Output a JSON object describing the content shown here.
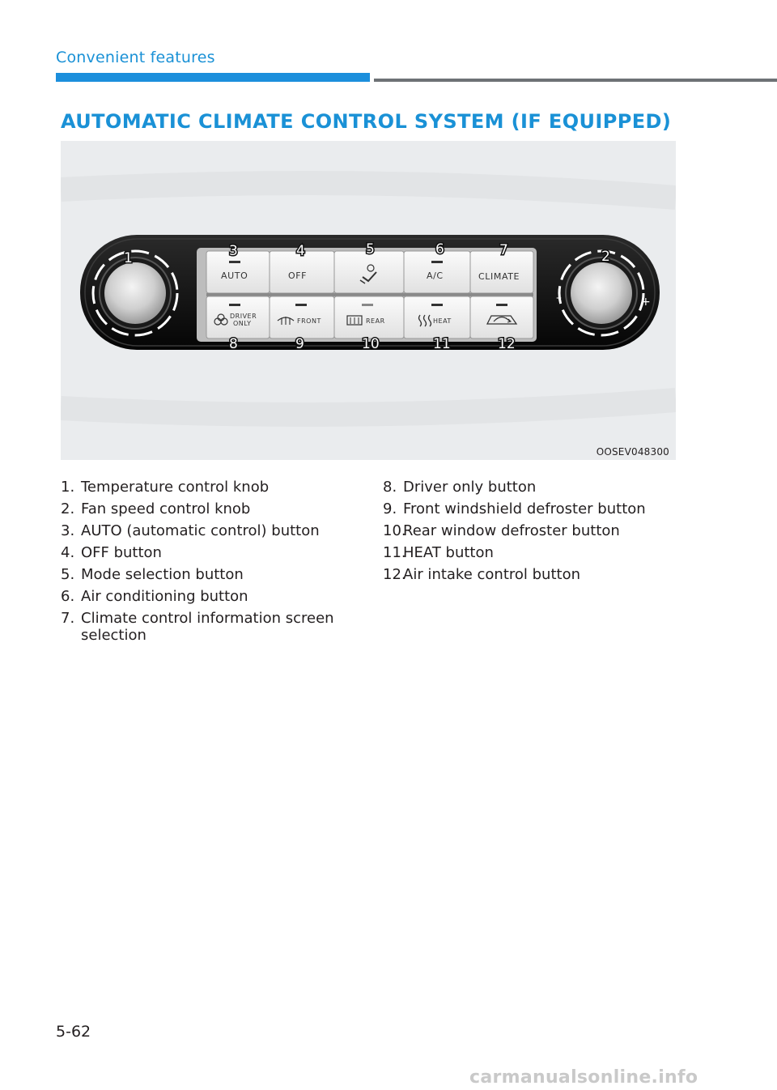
{
  "header": {
    "section": "Convenient features",
    "colors": {
      "accent": "#1c8fdc",
      "rule": "#6e7276"
    }
  },
  "title": "AUTOMATIC CLIMATE CONTROL SYSTEM (IF EQUIPPED)",
  "figure": {
    "code": "OOSEV048300",
    "top_buttons": [
      {
        "label": "AUTO",
        "icon": ""
      },
      {
        "label": "OFF",
        "icon": ""
      },
      {
        "label": "",
        "icon": "mode-selection-icon"
      },
      {
        "label": "A/C",
        "icon": ""
      },
      {
        "label": "CLIMATE",
        "icon": ""
      }
    ],
    "bottom_buttons": [
      {
        "label": "DRIVER",
        "label2": "ONLY",
        "icon": "fan-icon"
      },
      {
        "label": "FRONT",
        "icon": "front-defrost-icon"
      },
      {
        "label": "REAR",
        "icon": "rear-defrost-icon"
      },
      {
        "label": "HEAT",
        "icon": "heat-icon"
      },
      {
        "label": "",
        "icon": "air-intake-icon"
      }
    ],
    "knob_signs": {
      "minus": "–",
      "plus": "+"
    },
    "callouts": {
      "knob_left": "1",
      "knob_right": "2",
      "top": [
        "3",
        "4",
        "5",
        "6",
        "7"
      ],
      "bottom": [
        "8",
        "9",
        "10",
        "11",
        "12"
      ]
    }
  },
  "legend_left": [
    {
      "num": "1.",
      "text": "Temperature control knob"
    },
    {
      "num": "2.",
      "text": "Fan speed control knob"
    },
    {
      "num": "3.",
      "text": "AUTO (automatic control) button"
    },
    {
      "num": "4.",
      "text": "OFF button"
    },
    {
      "num": "5.",
      "text": "Mode selection button"
    },
    {
      "num": "6.",
      "text": "Air conditioning button"
    },
    {
      "num": "7.",
      "text": "Climate control information screen selection"
    }
  ],
  "legend_right": [
    {
      "num": "8.",
      "text": "Driver only button"
    },
    {
      "num": "9.",
      "text": "Front windshield defroster button"
    },
    {
      "num": "10.",
      "text": "Rear window defroster button"
    },
    {
      "num": "11.",
      "text": "HEAT button"
    },
    {
      "num": "12.",
      "text": "Air intake control button"
    }
  ],
  "page_number": "5-62",
  "watermark": "carmanualsonline.info"
}
